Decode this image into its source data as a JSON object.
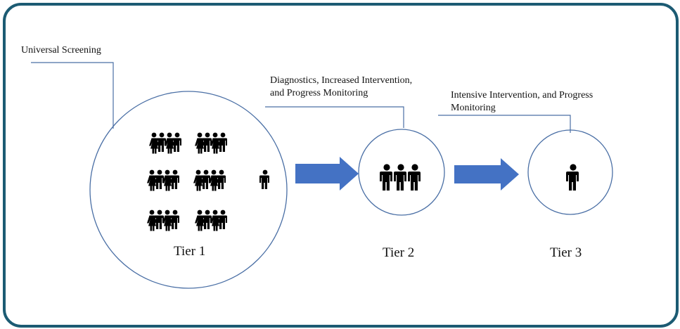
{
  "labels": {
    "universal": "Universal Screening",
    "tier2_line1": "Diagnostics,  Increased Intervention,",
    "tier2_line2": "and Progress Monitoring",
    "tier3_line1": "Intensive Intervention, and Progress",
    "tier3_line2": "Monitoring"
  },
  "tiers": {
    "tier1": "Tier 1",
    "tier2": "Tier 2",
    "tier3": "Tier 3"
  },
  "colors": {
    "border": "#1c5b73",
    "circle": "#4a6fa5",
    "arrow": "#4472c4",
    "person": "#000000"
  },
  "icons": {
    "group": "people-group-icon",
    "single": "person-icon",
    "arrow": "right-arrow-icon"
  }
}
